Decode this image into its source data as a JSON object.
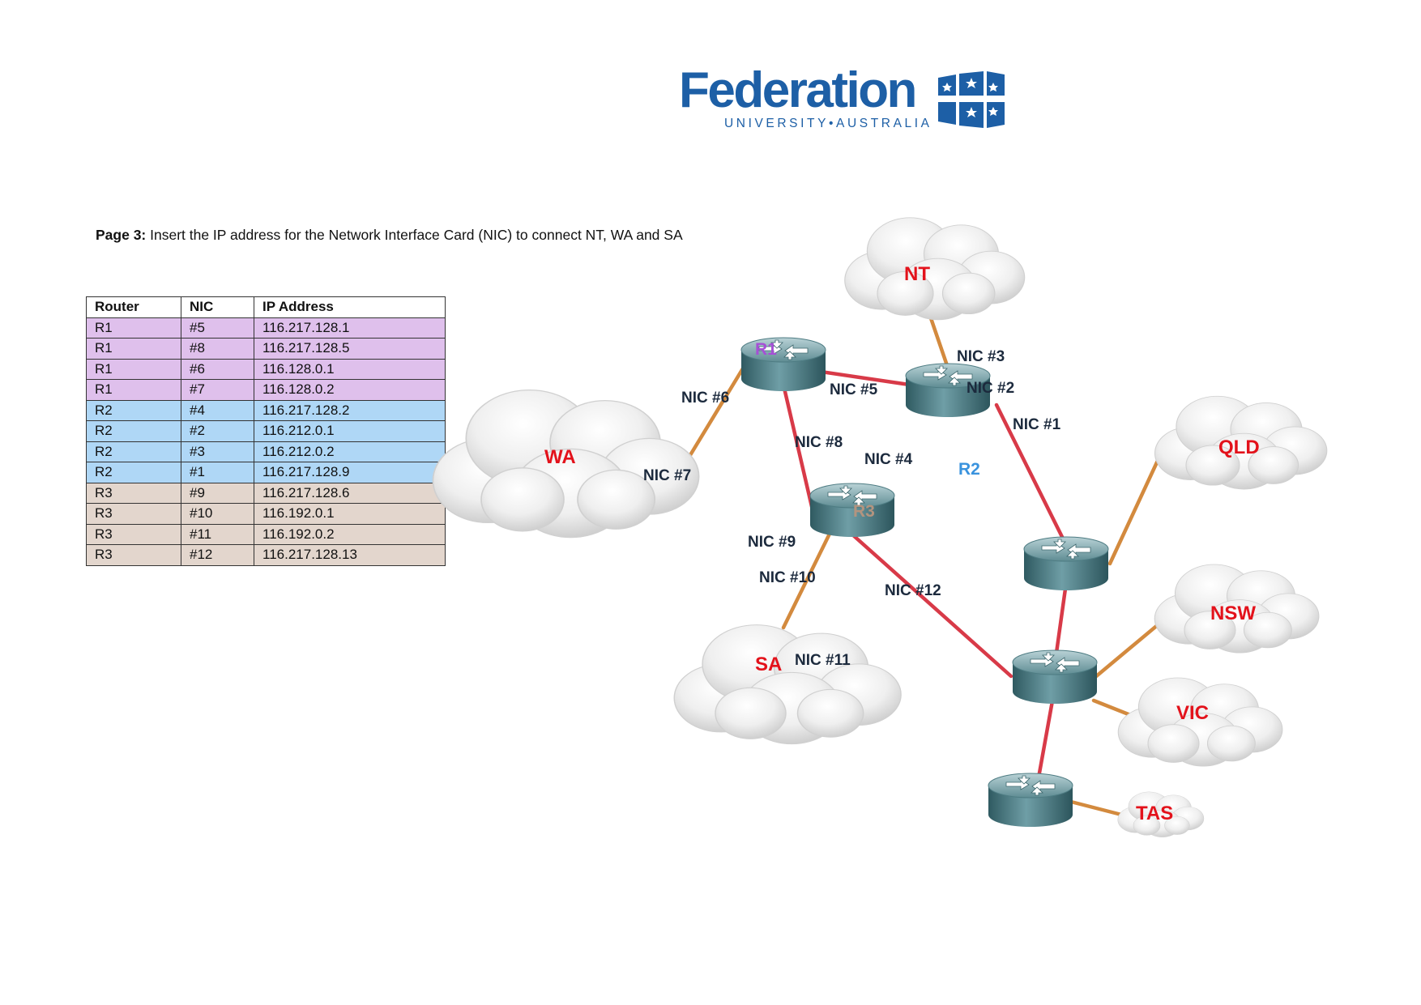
{
  "logo": {
    "name": "Federation",
    "tagline": "UNIVERSITY•AUSTRALIA",
    "brand_color": "#1d5fa6"
  },
  "instruction": {
    "prefix": "Page 3:",
    "text": " Insert the IP address for the Network Interface Card (NIC) to connect NT, WA and SA"
  },
  "table": {
    "headers": [
      "Router",
      "NIC",
      "IP Address"
    ],
    "rows": [
      [
        "R1",
        "#5",
        "116.217.128.1"
      ],
      [
        "R1",
        "#8",
        "116.217.128.5"
      ],
      [
        "R1",
        "#6",
        "116.128.0.1"
      ],
      [
        "R1",
        "#7",
        "116.128.0.2"
      ],
      [
        "R2",
        "#4",
        "116.217.128.2"
      ],
      [
        "R2",
        "#2",
        "116.212.0.1"
      ],
      [
        "R2",
        "#3",
        "116.212.0.2"
      ],
      [
        "R2",
        "#1",
        "116.217.128.9"
      ],
      [
        "R3",
        "#9",
        "116.217.128.6"
      ],
      [
        "R3",
        "#10",
        "116.192.0.1"
      ],
      [
        "R3",
        "#11",
        "116.192.0.2"
      ],
      [
        "R3",
        "#12",
        "116.217.128.13"
      ]
    ],
    "row_colors": {
      "R1": "#dfc0ec",
      "R2": "#afd7f6",
      "R3": "#e3d6cd"
    }
  },
  "diagram": {
    "regions": {
      "nt": "NT",
      "wa": "WA",
      "sa": "SA",
      "qld": "QLD",
      "nsw": "NSW",
      "vic": "VIC",
      "tas": "TAS"
    },
    "routers": {
      "r1": {
        "label": "R1",
        "color": "#a64fd6"
      },
      "r2": {
        "label": "R2",
        "color": "#3a93de"
      },
      "r3": {
        "label": "R3",
        "color": "#b3947f"
      }
    },
    "nics": {
      "n1": "NIC #1",
      "n2": "NIC #2",
      "n3": "NIC #3",
      "n4": "NIC #4",
      "n5": "NIC #5",
      "n6": "NIC #6",
      "n7": "NIC #7",
      "n8": "NIC #8",
      "n9": "NIC #9",
      "n10": "NIC #10",
      "n11": "NIC #11",
      "n12": "NIC #12"
    },
    "link_colors": {
      "serial": "#d83a48",
      "ethernet": "#d38a3e"
    },
    "region_color": "#e3121b"
  }
}
